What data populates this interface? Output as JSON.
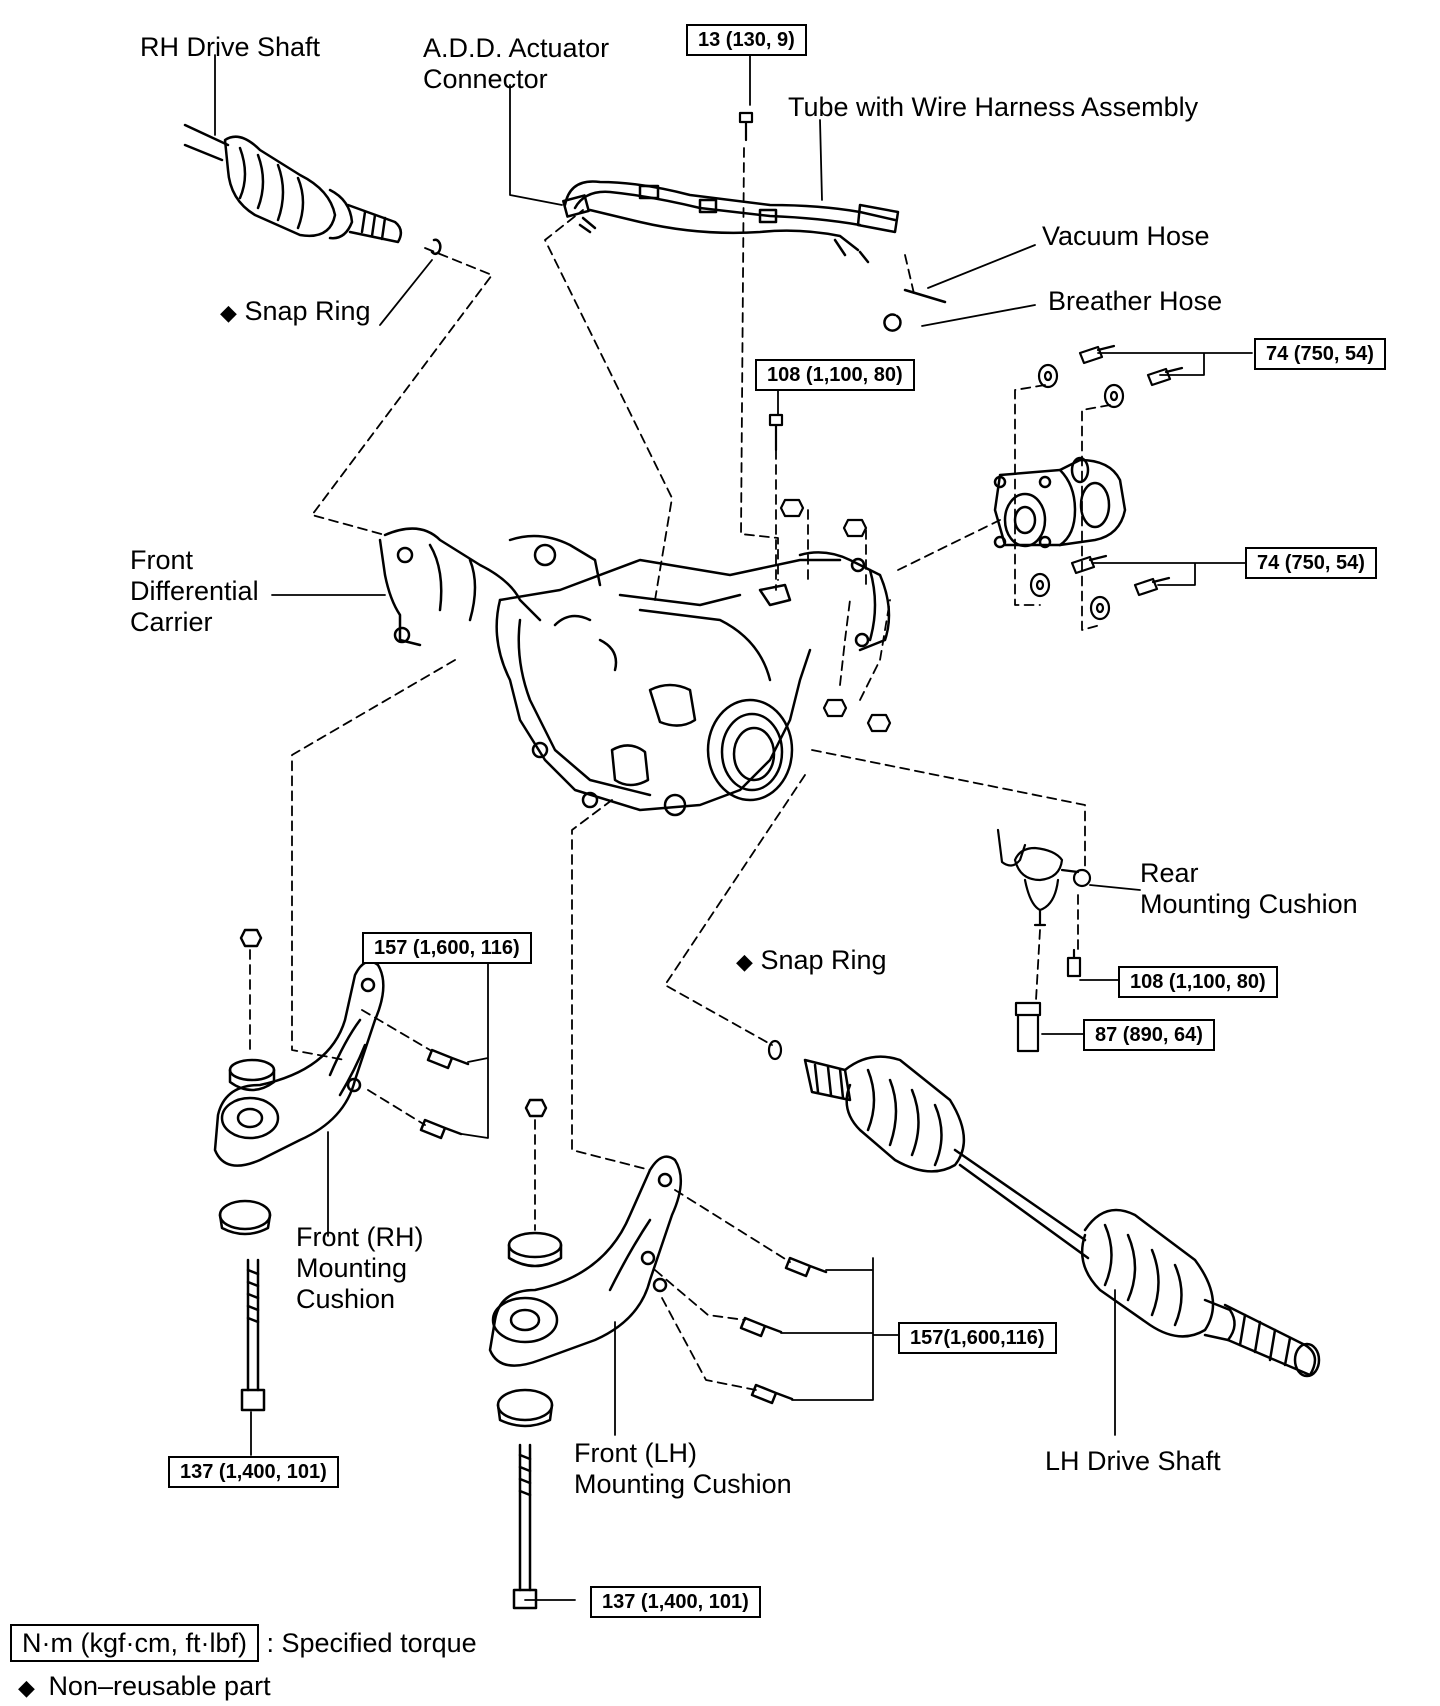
{
  "labels": {
    "rh_drive_shaft": "RH Drive Shaft",
    "add_actuator_1": "A.D.D.  Actuator",
    "add_actuator_2": "Connector",
    "tube_harness": "Tube with Wire Harness Assembly",
    "vacuum_hose": "Vacuum Hose",
    "breather_hose": "Breather Hose",
    "snap_ring": "Snap Ring",
    "front_diff_1": "Front",
    "front_diff_2": "Differential",
    "front_diff_3": "Carrier",
    "rear_cushion_1": "Rear",
    "rear_cushion_2": "Mounting Cushion",
    "snap_ring_2": "Snap Ring",
    "front_rh_1": "Front (RH)",
    "front_rh_2": "Mounting",
    "front_rh_3": "Cushion",
    "front_lh_1": "Front (LH)",
    "front_lh_2": "Mounting Cushion",
    "lh_drive_shaft": "LH Drive Shaft"
  },
  "torques": {
    "t13": "13 (130, 9)",
    "t108_top": "108 (1,100, 80)",
    "t74_top": "74 (750, 54)",
    "t74_mid": "74 (750, 54)",
    "t157_rh": "157 (1,600, 116)",
    "t108_rear": "108 (1,100, 80)",
    "t87": "87 (890, 64)",
    "t157_lh": "157(1,600,116)",
    "t137_rh": "137 (1,400, 101)",
    "t137_lh": "137 (1,400, 101)"
  },
  "legend": {
    "unit_box": "N·m (kgf·cm, ft·lbf)",
    "unit_desc": ": Specified torque",
    "nonreusable": "Non–reusable part",
    "diamond": "◆"
  }
}
